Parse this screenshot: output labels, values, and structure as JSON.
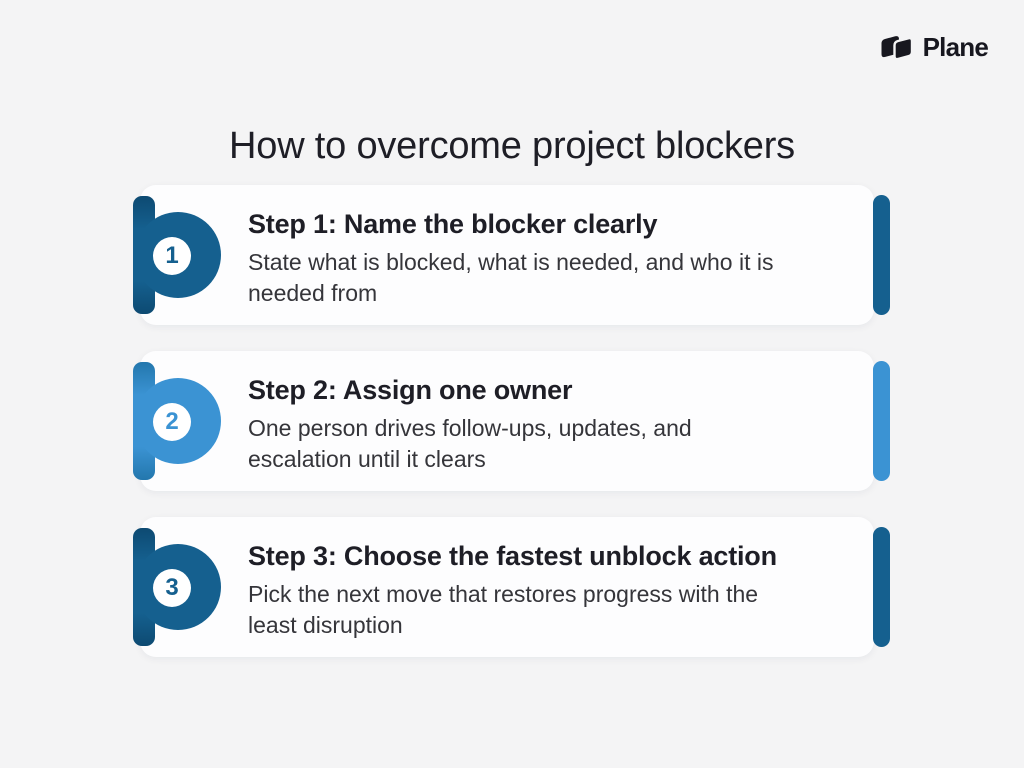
{
  "brand": {
    "name": "Plane"
  },
  "title": "How to overcome project blockers",
  "colors": {
    "background": "#F4F4F5",
    "card": "#FDFDFE",
    "logo_ink": "#17171F",
    "text_primary": "#1E1E26",
    "text_secondary": "#35353A",
    "dark_blue": "#15608F",
    "dark_blue_deep": "#0D4A72",
    "light_blue": "#3B93D3",
    "light_blue_deep": "#2377AD"
  },
  "steps": [
    {
      "number": "1",
      "theme": "dark",
      "title": "Step 1: Name the blocker clearly",
      "description_lines": [
        "State what is blocked, what is needed, and who it is",
        "needed from"
      ]
    },
    {
      "number": "2",
      "theme": "light",
      "title": "Step 2: Assign one owner",
      "description_lines": [
        "One person drives follow-ups, updates, and",
        "escalation until it clears"
      ]
    },
    {
      "number": "3",
      "theme": "dark",
      "title": "Step 3: Choose the fastest unblock action",
      "description_lines": [
        "Pick the next move that restores progress with the",
        "least disruption"
      ]
    }
  ]
}
